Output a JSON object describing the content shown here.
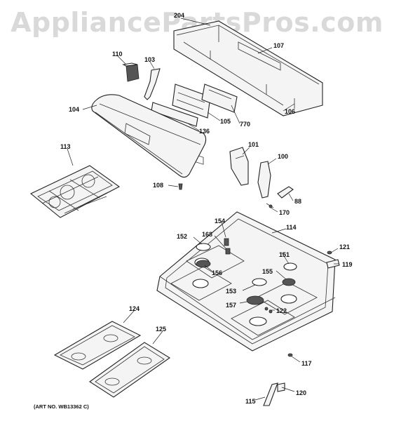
{
  "watermark": "AppliancePartsPros.com",
  "art_number": "(ART NO. WB13362 C)",
  "callouts": {
    "c204": "204",
    "c107": "107",
    "c110": "110",
    "c103": "103",
    "c104": "104",
    "c105": "105",
    "c770": "770",
    "c106": "106",
    "c136": "136",
    "c113": "113",
    "c101": "101",
    "c100": "100",
    "c108": "108",
    "c88": "88",
    "c170": "170",
    "c154": "154",
    "c114": "114",
    "c152": "152",
    "c168": "168",
    "c151": "151",
    "c121": "121",
    "c156": "156",
    "c155": "155",
    "c119": "119",
    "c153": "153",
    "c157": "157",
    "c122": "122",
    "c124": "124",
    "c125": "125",
    "c117": "117",
    "c120": "120",
    "c115": "115"
  }
}
